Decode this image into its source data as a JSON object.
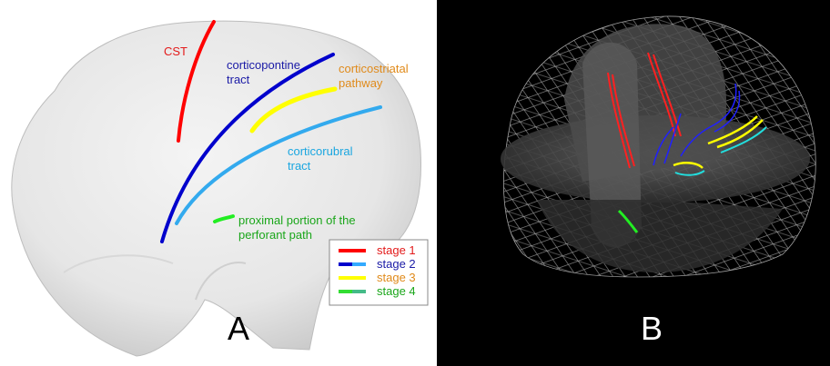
{
  "panel_a": {
    "letter": "A",
    "labels": {
      "cst": "CST",
      "corticopontine_1": "corticopontine",
      "corticopontine_2": "tract",
      "corticostriatal_1": "corticostriatal",
      "corticostriatal_2": "pathway",
      "corticorubral_1": "corticorubral",
      "corticorubral_2": "tract",
      "perforant_1": "proximal portion of the",
      "perforant_2": "perforant path"
    },
    "legend": [
      {
        "label": "stage 1",
        "text_color": "#e31a1a",
        "swatch": [
          "#ff0000"
        ]
      },
      {
        "label": "stage 2",
        "text_color": "#1a1aa6",
        "swatch": [
          "#0000cc",
          "#33aaff"
        ]
      },
      {
        "label": "stage 3",
        "text_color": "#e08a1a",
        "swatch": [
          "#ffff00"
        ]
      },
      {
        "label": "stage 4",
        "text_color": "#1aa61a",
        "swatch": [
          "#33dd33",
          "#44bb88"
        ]
      }
    ]
  },
  "panel_b": {
    "letter": "B"
  },
  "colors": {
    "cst": "#ff0000",
    "corticopontine": "#0000cc",
    "corticostriatal": "#ffff00",
    "corticorubral": "#33aaee",
    "perforant": "#22ee22",
    "label_red": "#e31a1a",
    "label_blue": "#1a1aa6",
    "label_orange": "#e08a1a",
    "label_cyan": "#1aa6e0",
    "label_green": "#1aa61a"
  }
}
